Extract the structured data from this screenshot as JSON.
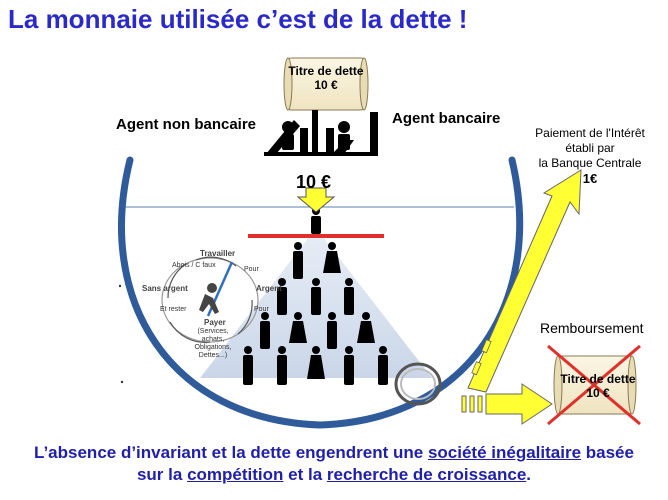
{
  "title": "La monnaie utilisée c’est de la dette !",
  "top_scroll": {
    "line1": "Titre de dette",
    "line2": "10 €"
  },
  "agent_non_bancaire": "Agent non bancaire",
  "agent_bancaire": "Agent bancaire",
  "amount_arrow": "10 €",
  "interest": {
    "line1": "Paiement de l'Intérêt",
    "line2": "établi par",
    "line3": "la Banque Centrale",
    "amount": "1€"
  },
  "remboursement": "Remboursement",
  "bottom_scroll": {
    "line1": "Titre de dette",
    "line2": "10 €"
  },
  "cycle": {
    "travailler": "Travailler",
    "sans_argent": "Sans argent",
    "argent": "Argent",
    "payer": "Payer",
    "payer_detail": "(Services, achats, Obligations, Dettes...)",
    "small1": "Abois / C faux",
    "small2": "Pour",
    "small3": "Et rester",
    "small4": "Pour"
  },
  "conclusion": {
    "part1": "L’absence d’invariant et la dette engendrent une ",
    "link1": "société inégalitaire",
    "part2": " basée",
    "part3": "sur la ",
    "link2": "compétition",
    "part4": " et la ",
    "link3": "recherche de croissance",
    "part5": "."
  },
  "colors": {
    "title": "#2a2ac8",
    "bowl": "#2f5b9a",
    "red": "#e0302c",
    "arrow": "#ffff33",
    "conclusion": "#1f1fa8"
  }
}
